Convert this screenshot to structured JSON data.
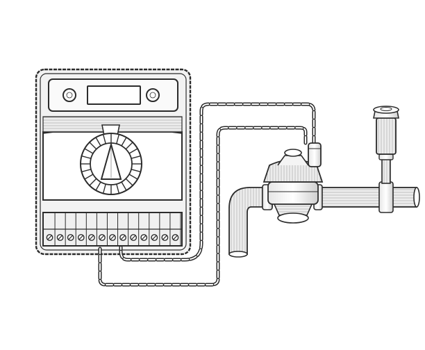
{
  "diagram": {
    "kind": "irrigation-controller-wiring-illustration",
    "controller": {
      "terminal_count": 13,
      "dial_segment_count": 24
    },
    "colors": {
      "ink": "#2b2b2b",
      "panel": "#f7f7f7",
      "shade": "#d9d9d9",
      "background": "#ffffff"
    }
  }
}
